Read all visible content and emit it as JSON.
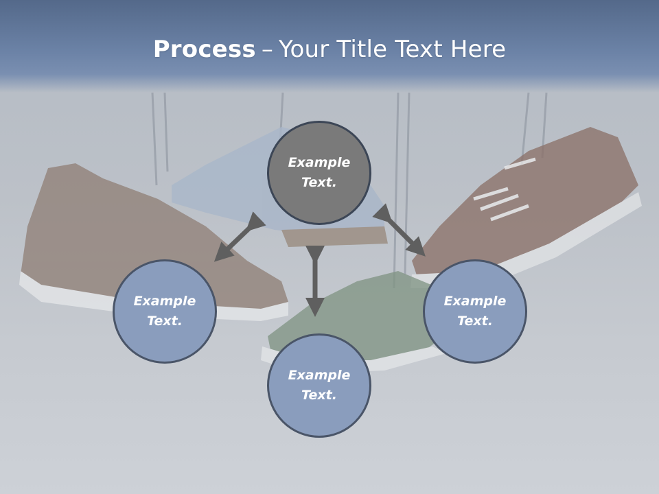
{
  "title": {
    "bold": "Process",
    "separator": "–",
    "rest": "Your Title Text Here"
  },
  "diagram": {
    "center": "Example\nText.",
    "left": "Example\nText.",
    "right": "Example\nText.",
    "bottom": "Example\nText."
  },
  "colors": {
    "title_bar": "#6b82a6",
    "center_circle": "#7a7a7a",
    "node_circle": "#8a9dbd",
    "arrow": "#5f5f5f"
  }
}
